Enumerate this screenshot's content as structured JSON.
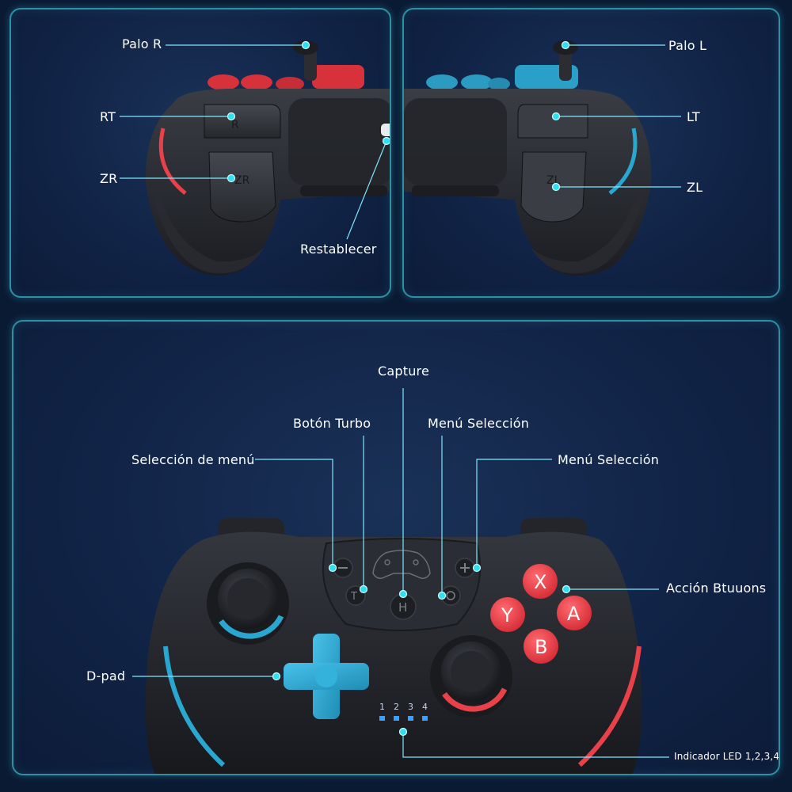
{
  "top_left": {
    "labels": {
      "stick_r": "Palo R",
      "rt": "RT",
      "zr": "ZR",
      "reset": "Restablecer"
    },
    "colors": {
      "accent": "#e8414a"
    }
  },
  "top_right": {
    "labels": {
      "stick_l": "Palo L",
      "lt": "LT",
      "zl": "ZL"
    },
    "colors": {
      "accent": "#2aa7d0"
    }
  },
  "bottom": {
    "labels": {
      "capture": "Capture",
      "turbo": "Botón Turbo",
      "menu_select_center": "Menú Selección",
      "menu_select_left": "Selección de menú",
      "menu_select_right": "Menú Selección",
      "action_buttons": "Acción Btuuons",
      "dpad": "D-pad",
      "led_indicator": "Indicador LED 1,2,3,4"
    },
    "face_buttons": {
      "x": "X",
      "y": "Y",
      "a": "A",
      "b": "B"
    },
    "led_numbers": [
      "1",
      "2",
      "3",
      "4"
    ],
    "colors": {
      "red": "#f0424b",
      "blue": "#2aa7d0",
      "led": "#3aa0ff"
    }
  },
  "icons": {
    "callout_dot": "dot-icon",
    "home_button": "home-icon",
    "capture_button": "circle-icon",
    "turbo_button": "turbo-icon",
    "plus_button": "plus-icon",
    "minus_button": "minus-icon",
    "controller_glyph": "gamepad-icon"
  }
}
